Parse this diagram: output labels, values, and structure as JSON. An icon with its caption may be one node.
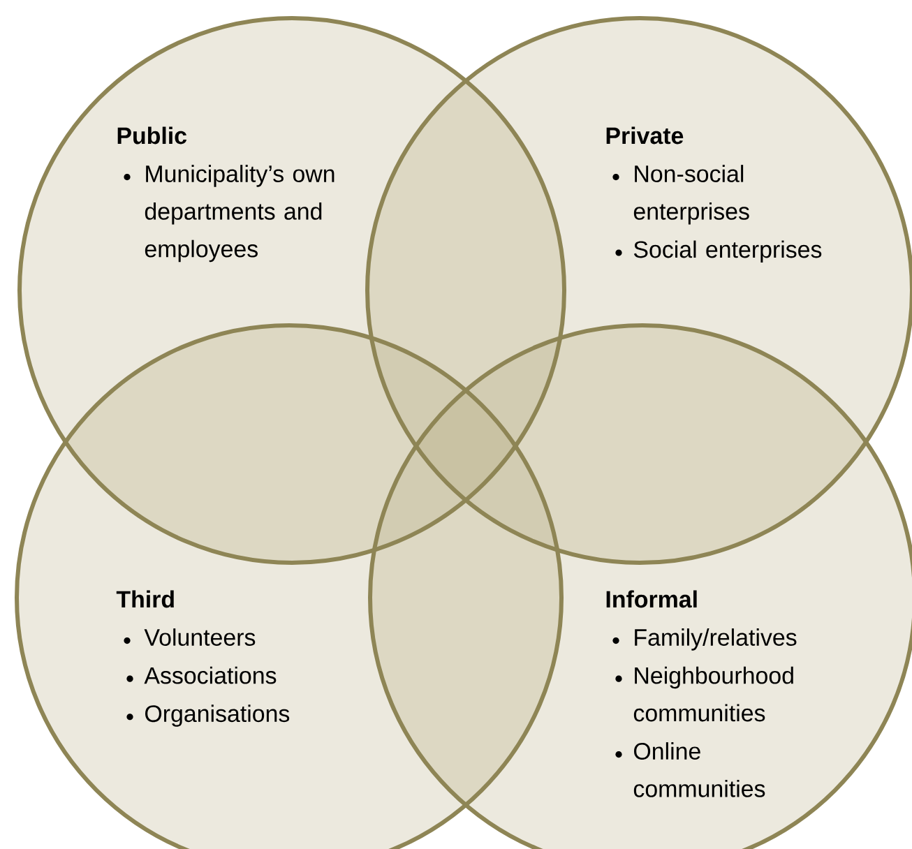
{
  "diagram": {
    "nodes": [
      {
        "text": [
          "Public",
          "Municipality’s own departments and employees"
        ]
      },
      {
        "text": [
          "Private",
          "Non-social enterprises",
          "Social enterprises"
        ]
      },
      {
        "text": [
          "Third",
          "Volunteers",
          "Associations",
          "Organisations"
        ]
      },
      {
        "text": [
          "Informal",
          "Family/relatives",
          "Neighbourhood communities",
          "Online communities"
        ]
      }
    ]
  }
}
